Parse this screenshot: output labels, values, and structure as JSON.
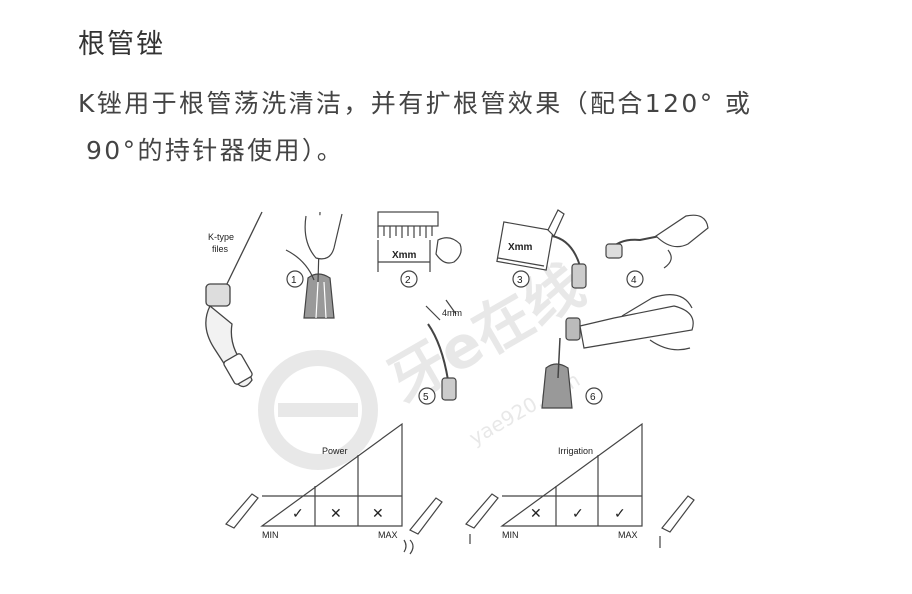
{
  "title": "根管锉",
  "description": {
    "line1": "K锉用于根管荡洗清洁，并有扩根管效果（配合120° 或",
    "line2": "90°的持针器使用）。"
  },
  "figure": {
    "file_label_line1": "K-type",
    "file_label_line2": "files",
    "step_numbers": [
      "1",
      "2",
      "3",
      "4",
      "5",
      "6"
    ],
    "xmm_label": "Xmm",
    "four_mm_label": "4mm",
    "power_chart": {
      "label": "Power",
      "min": "MIN",
      "max": "MAX",
      "cells": [
        "✓",
        "✕",
        "✕"
      ]
    },
    "irrigation_chart": {
      "label": "Irrigation",
      "min": "MIN",
      "max": "MAX",
      "cells": [
        "✕",
        "✓",
        "✓"
      ]
    },
    "watermark_text": "yae920.com",
    "watermark_logo": "牙e在线"
  }
}
